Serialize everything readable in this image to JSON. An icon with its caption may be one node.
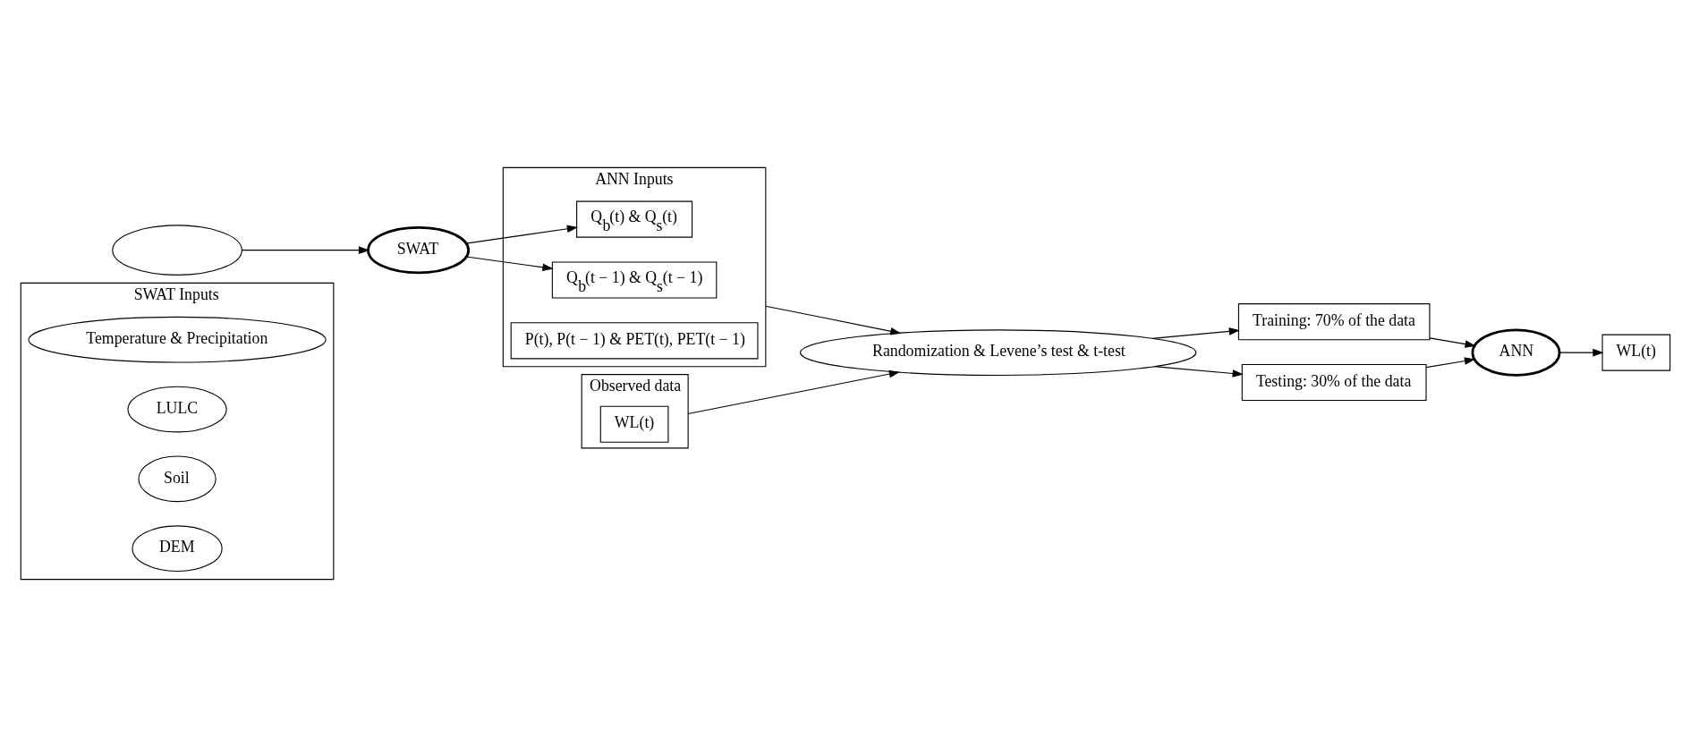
{
  "diagram": {
    "nodes": [
      {
        "text": [
          "SWAT Inputs"
        ]
      },
      {
        "text": [
          "Temperature & Precipitation"
        ],
        "in": 0
      },
      {
        "text": [
          "LULC"
        ],
        "in": 0
      },
      {
        "text": [],
        "shape": "ellipse"
      },
      {
        "text": [
          "Soil"
        ],
        "in": 0
      },
      {
        "text": [
          "DEM"
        ],
        "in": 0
      },
      {
        "text": [
          "SWAT"
        ]
      },
      {
        "text": [
          "ANN Inputs"
        ]
      },
      {
        "text": [
          "Q$_{b}$(t) & Q$_{s}$(t)"
        ],
        "in": 7
      },
      {
        "text": [
          "Q$_{b}$(t − 1) & Q$_{s}$(t − 1)"
        ],
        "in": 7
      },
      {
        "text": [
          "P(t), P(t − 1) & PET(t), PET(t − 1)"
        ],
        "in": 7
      },
      {
        "text": [
          "Randomization & Levene’s test & t-test"
        ]
      },
      {
        "text": [
          "Observed data"
        ]
      },
      {
        "text": [
          "WL(t)"
        ],
        "in": 12
      },
      {
        "text": [
          "Training: 70% of the data"
        ]
      },
      {
        "text": [
          "Testing: 30% of the data"
        ]
      },
      {
        "text": [
          "ANN"
        ]
      },
      {
        "text": [
          "WL(t)"
        ]
      }
    ],
    "edges": [
      {
        "from": 3,
        "to": 6,
        "arrow": "to"
      },
      {
        "from": 6,
        "to": 8,
        "arrow": "to"
      },
      {
        "from": 6,
        "to": 9,
        "arrow": "to"
      },
      {
        "from": 7,
        "to": 11,
        "arrow": "to"
      },
      {
        "from": 12,
        "to": 11,
        "arrow": "to"
      },
      {
        "from": 11,
        "to": 14,
        "arrow": "to"
      },
      {
        "from": 11,
        "to": 15,
        "arrow": "to"
      },
      {
        "from": 14,
        "to": 16,
        "arrow": "to"
      },
      {
        "from": 15,
        "to": 16,
        "arrow": "to"
      },
      {
        "from": 16,
        "to": 17,
        "arrow": "to"
      }
    ]
  }
}
